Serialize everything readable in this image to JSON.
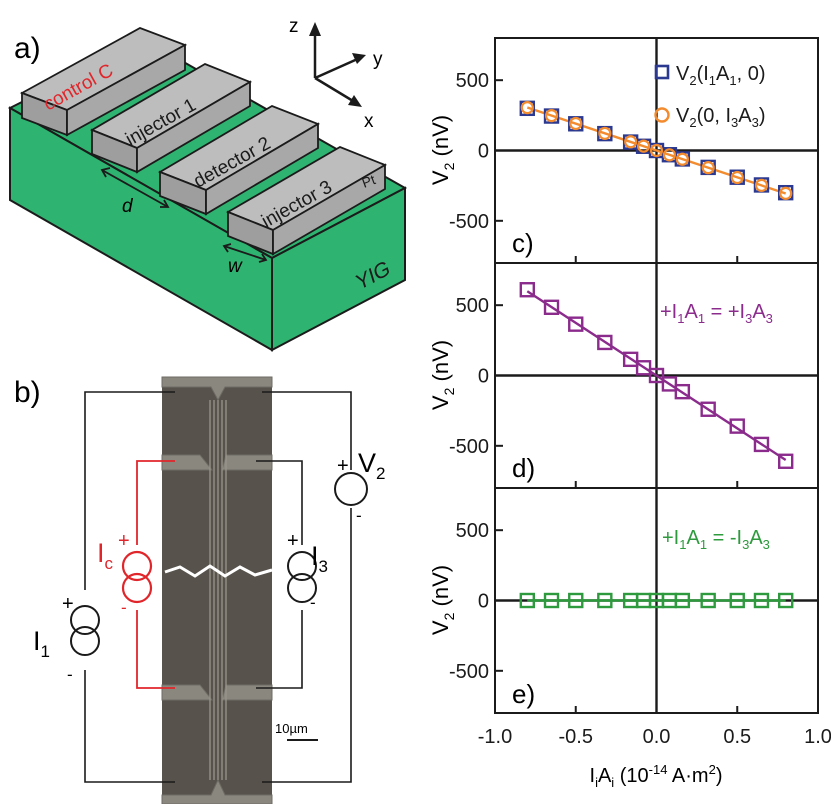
{
  "panel_labels": {
    "a": "a)",
    "b": "b)",
    "c": "c)",
    "d": "d)",
    "e": "e)"
  },
  "device": {
    "strips": [
      "control C",
      "injector 1",
      "detector 2",
      "injector 3"
    ],
    "material_top": "Pt",
    "substrate": "YIG",
    "dim_d": "d",
    "dim_w": "w",
    "axes": {
      "z": "z",
      "y": "y",
      "x": "x"
    }
  },
  "circuit": {
    "current_c": "I",
    "current_c_sub": "c",
    "current_1": "I",
    "current_1_sub": "1",
    "current_3": "I",
    "current_3_sub": "3",
    "voltage": "V",
    "voltage_sub": "2",
    "plus": "+",
    "minus": "-",
    "scalebar": "10µm",
    "colors": {
      "control": "#e0262b",
      "wire": "#1a1a1a",
      "micrograph": "#5a564f"
    }
  },
  "chart_data": [
    {
      "type": "scatter",
      "panel": "c",
      "ylabel": "V2 (nV)",
      "ylim": [
        -800,
        800
      ],
      "xlim": [
        -1.0,
        1.0
      ],
      "yticks": [
        500,
        0,
        -500
      ],
      "series": [
        {
          "name": "V2(I1A1, 0)",
          "marker": "square",
          "color": "#2b3990",
          "x": [
            -0.8,
            -0.65,
            -0.5,
            -0.32,
            -0.16,
            -0.08,
            0.0,
            0.08,
            0.16,
            0.32,
            0.5,
            0.65,
            0.8
          ],
          "y": [
            300,
            245,
            190,
            120,
            60,
            30,
            0,
            -30,
            -60,
            -120,
            -190,
            -245,
            -300
          ]
        },
        {
          "name": "V2(0, I3A3)",
          "marker": "circle",
          "color": "#f38b2f",
          "x": [
            -0.8,
            -0.65,
            -0.5,
            -0.32,
            -0.16,
            -0.08,
            0.0,
            0.08,
            0.16,
            0.32,
            0.5,
            0.65,
            0.8
          ],
          "y": [
            305,
            248,
            192,
            122,
            62,
            31,
            0,
            -31,
            -62,
            -122,
            -192,
            -248,
            -305
          ]
        }
      ],
      "fit_line_color": "#f38b2f",
      "legend": "top-right"
    },
    {
      "type": "scatter",
      "panel": "d",
      "ylabel": "V2 (nV)",
      "ylim": [
        -800,
        800
      ],
      "xlim": [
        -1.0,
        1.0
      ],
      "yticks": [
        500,
        0,
        -500
      ],
      "series": [
        {
          "name": "+I1A1 = +I3A3",
          "marker": "square",
          "color": "#8b2c8d",
          "x": [
            -0.8,
            -0.65,
            -0.5,
            -0.32,
            -0.16,
            -0.08,
            0.0,
            0.08,
            0.16,
            0.32,
            0.5,
            0.65,
            0.8
          ],
          "y": [
            610,
            485,
            365,
            235,
            115,
            55,
            0,
            -60,
            -115,
            -240,
            -360,
            -490,
            -610
          ]
        }
      ],
      "annotation": "+I1A1 = +I3A3"
    },
    {
      "type": "scatter",
      "panel": "e",
      "ylabel": "V2 (nV)",
      "xlabel": "IiAi (10-14 A·m2)",
      "ylim": [
        -800,
        800
      ],
      "xlim": [
        -1.0,
        1.0
      ],
      "yticks": [
        500,
        0,
        -500
      ],
      "xticks": [
        -1.0,
        -0.5,
        0.0,
        0.5,
        1.0
      ],
      "xticklabels": [
        "-1.0",
        "-0.5",
        "0.0",
        "0.5",
        "1.0"
      ],
      "series": [
        {
          "name": "+I1A1 = -I3A3",
          "marker": "square",
          "color": "#2e9a3e",
          "x": [
            -0.8,
            -0.65,
            -0.5,
            -0.32,
            -0.16,
            -0.08,
            0.0,
            0.08,
            0.16,
            0.32,
            0.5,
            0.65,
            0.8
          ],
          "y": [
            0,
            0,
            0,
            0,
            0,
            0,
            0,
            0,
            0,
            0,
            0,
            0,
            0
          ]
        }
      ],
      "annotation": "+I1A1 = -I3A3"
    }
  ]
}
